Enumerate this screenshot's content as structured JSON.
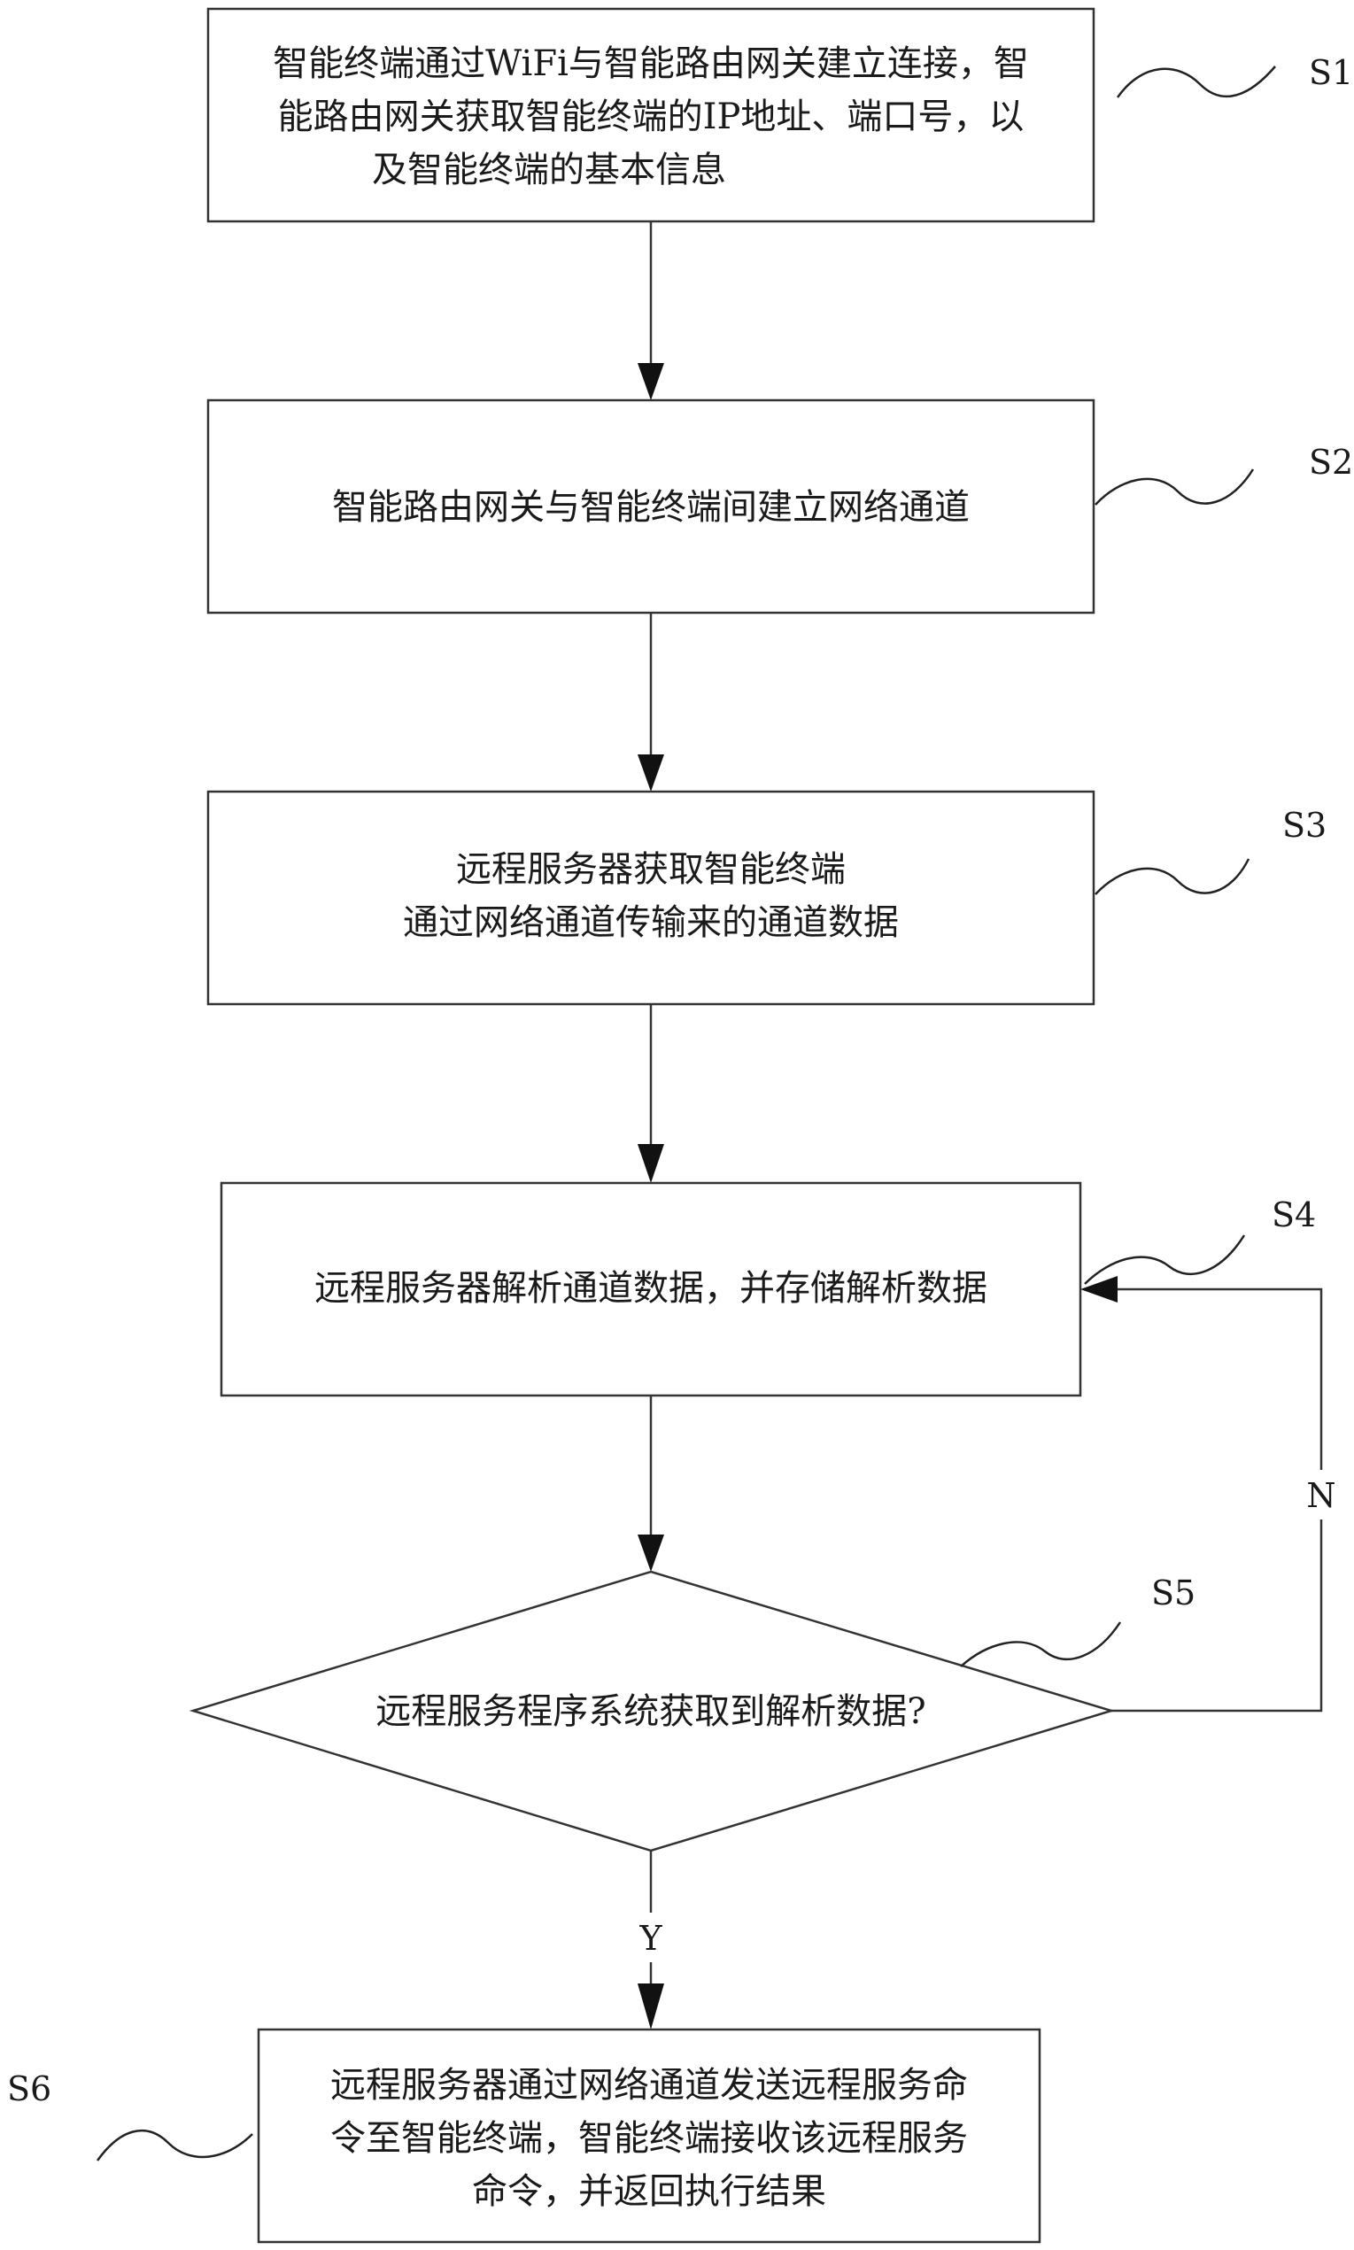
{
  "steps": [
    {
      "id": "S1",
      "label": "S1",
      "lines": [
        "智能终端通过WiFi与智能路由网关建立连接，智",
        "能路由网关获取智能终端的IP地址、端口号，以",
        "及智能终端的基本信息"
      ]
    },
    {
      "id": "S2",
      "label": "S2",
      "lines": [
        "智能路由网关与智能终端间建立网络通道"
      ]
    },
    {
      "id": "S3",
      "label": "S3",
      "lines": [
        "远程服务器获取智能终端",
        "通过网络通道传输来的通道数据"
      ]
    },
    {
      "id": "S4",
      "label": "S4",
      "lines": [
        "远程服务器解析通道数据，并存储解析数据"
      ]
    },
    {
      "id": "S5",
      "label": "S5",
      "lines": [
        "远程服务程序系统获取到解析数据?"
      ]
    },
    {
      "id": "S6",
      "label": "S6",
      "lines": [
        "远程服务器通过网络通道发送远程服务命",
        "令至智能终端，智能终端接收该远程服务",
        "命令，并返回执行结果"
      ]
    }
  ],
  "branches": {
    "yes": "Y",
    "no": "N"
  }
}
